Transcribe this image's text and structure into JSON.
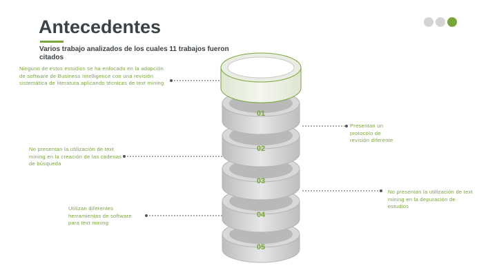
{
  "header": {
    "title": "Antecedentes",
    "subtitle": "Varios trabajo analizados de los cuales 11 trabajos fueron citados"
  },
  "pager": {
    "dots": [
      "inactive",
      "inactive",
      "active"
    ],
    "active_color": "#7aa639",
    "inactive_color": "#d4d4d4"
  },
  "stack": {
    "levels": [
      "01",
      "02",
      "03",
      "04",
      "05"
    ]
  },
  "notes": {
    "top_left": "Ninguno de estos estudios se ha enfocado en la adopción de software de Business Intelligence con una revisión sistemática de literatura aplicando técnicas de text mining",
    "mid_left": "No presentan la utilización de text mining en la creación de las cadenas de búsqueda",
    "bottom_left": "Utilizan diferentes herramientas de software para text mining",
    "mid_right": "Presentan un protocolo de revisión diferente",
    "bottom_right": "No presentan la utilización de text mining en la depuración de estudios"
  },
  "colors": {
    "accent": "#7aa639",
    "title": "#3b4246",
    "ring": "#c8c8c8"
  }
}
